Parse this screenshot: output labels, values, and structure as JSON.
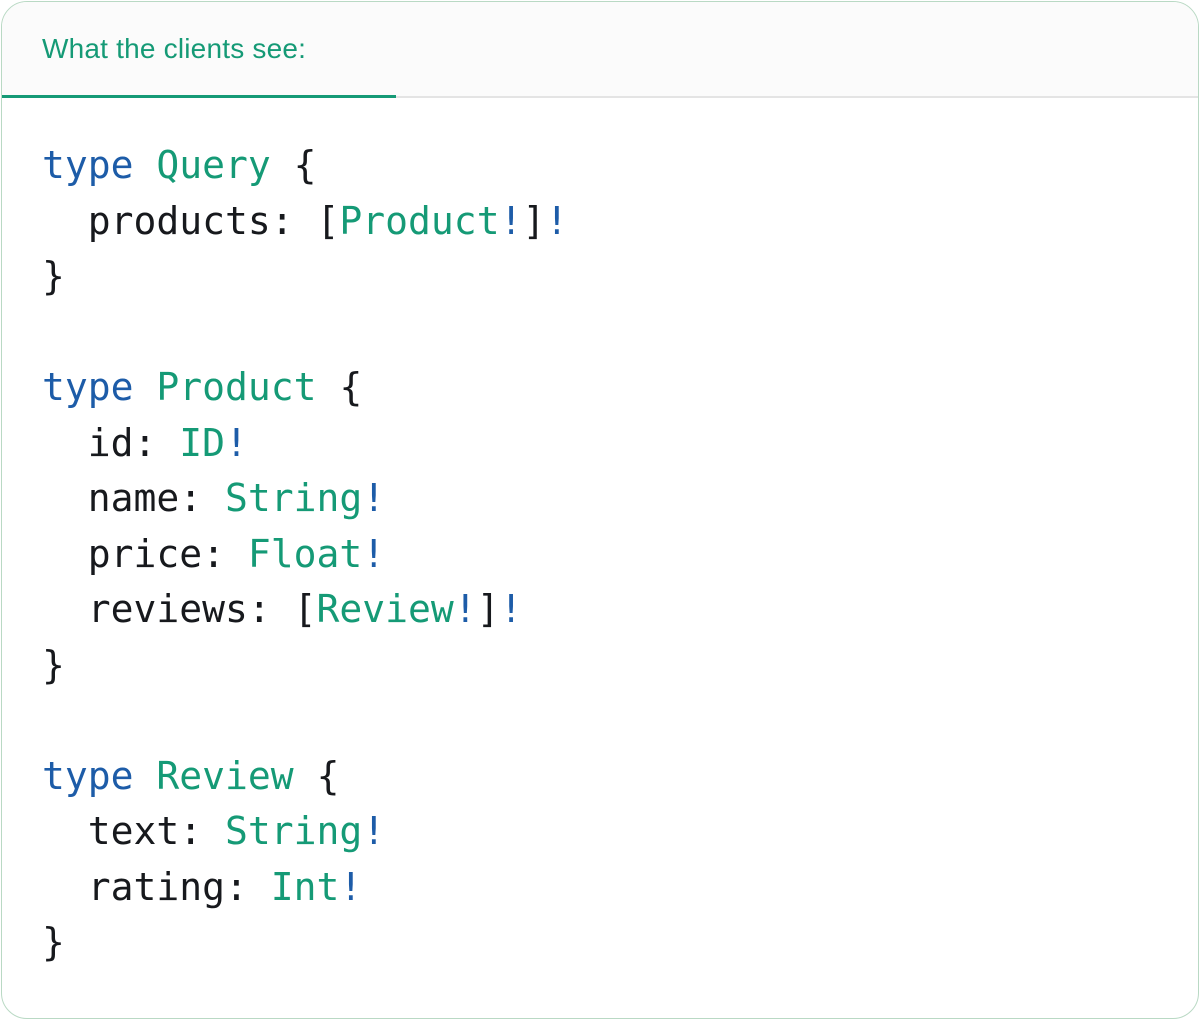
{
  "colors": {
    "green": "#159a76",
    "blue": "#1d5ca8",
    "ink": "#17191d",
    "tab_bg": "#fbfbfb",
    "tab_border": "#e4e4e4",
    "card_border": "#b9d9c4"
  },
  "tab": {
    "label": "What the clients see:"
  },
  "code": {
    "language": "graphql",
    "lines": [
      {
        "tokens": [
          {
            "text": "type",
            "style": "keyword"
          },
          {
            "text": " ",
            "style": "plain"
          },
          {
            "text": "Query",
            "style": "type"
          },
          {
            "text": " {",
            "style": "plain"
          }
        ]
      },
      {
        "tokens": [
          {
            "text": "  products: [",
            "style": "plain"
          },
          {
            "text": "Product",
            "style": "type"
          },
          {
            "text": "!",
            "style": "bang"
          },
          {
            "text": "]",
            "style": "plain"
          },
          {
            "text": "!",
            "style": "bang"
          }
        ]
      },
      {
        "tokens": [
          {
            "text": "}",
            "style": "plain"
          }
        ]
      },
      {
        "tokens": []
      },
      {
        "tokens": [
          {
            "text": "type",
            "style": "keyword"
          },
          {
            "text": " ",
            "style": "plain"
          },
          {
            "text": "Product",
            "style": "type"
          },
          {
            "text": " {",
            "style": "plain"
          }
        ]
      },
      {
        "tokens": [
          {
            "text": "  id: ",
            "style": "plain"
          },
          {
            "text": "ID",
            "style": "type"
          },
          {
            "text": "!",
            "style": "bang"
          }
        ]
      },
      {
        "tokens": [
          {
            "text": "  name: ",
            "style": "plain"
          },
          {
            "text": "String",
            "style": "type"
          },
          {
            "text": "!",
            "style": "bang"
          }
        ]
      },
      {
        "tokens": [
          {
            "text": "  price: ",
            "style": "plain"
          },
          {
            "text": "Float",
            "style": "type"
          },
          {
            "text": "!",
            "style": "bang"
          }
        ]
      },
      {
        "tokens": [
          {
            "text": "  reviews: [",
            "style": "plain"
          },
          {
            "text": "Review",
            "style": "type"
          },
          {
            "text": "!",
            "style": "bang"
          },
          {
            "text": "]",
            "style": "plain"
          },
          {
            "text": "!",
            "style": "bang"
          }
        ]
      },
      {
        "tokens": [
          {
            "text": "}",
            "style": "plain"
          }
        ]
      },
      {
        "tokens": []
      },
      {
        "tokens": [
          {
            "text": "type",
            "style": "keyword"
          },
          {
            "text": " ",
            "style": "plain"
          },
          {
            "text": "Review",
            "style": "type"
          },
          {
            "text": " {",
            "style": "plain"
          }
        ]
      },
      {
        "tokens": [
          {
            "text": "  text: ",
            "style": "plain"
          },
          {
            "text": "String",
            "style": "type"
          },
          {
            "text": "!",
            "style": "bang"
          }
        ]
      },
      {
        "tokens": [
          {
            "text": "  rating: ",
            "style": "plain"
          },
          {
            "text": "Int",
            "style": "type"
          },
          {
            "text": "!",
            "style": "bang"
          }
        ]
      },
      {
        "tokens": [
          {
            "text": "}",
            "style": "plain"
          }
        ]
      }
    ]
  }
}
